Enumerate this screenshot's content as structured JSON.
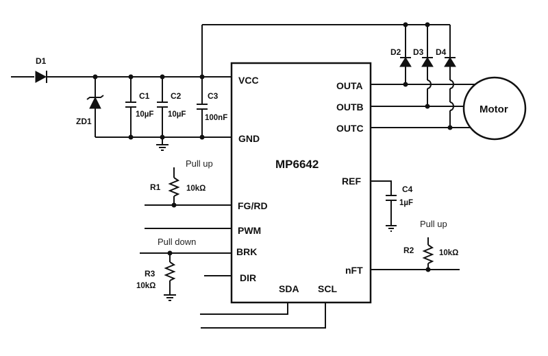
{
  "schematic": {
    "ic": {
      "name": "MP6642",
      "pins": {
        "vcc": "VCC",
        "gnd": "GND",
        "fg_rd": "FG/RD",
        "pwm": "PWM",
        "brk": "BRK",
        "dir": "DIR",
        "sda": "SDA",
        "scl": "SCL",
        "outa": "OUTA",
        "outb": "OUTB",
        "outc": "OUTC",
        "ref": "REF",
        "nft": "nFT"
      }
    },
    "components": {
      "d1": {
        "ref": "D1",
        "type": "diode"
      },
      "zd1": {
        "ref": "ZD1",
        "type": "zener-diode"
      },
      "c1": {
        "ref": "C1",
        "value": "10µF",
        "type": "capacitor"
      },
      "c2": {
        "ref": "C2",
        "value": "10µF",
        "type": "capacitor"
      },
      "c3": {
        "ref": "C3",
        "value": "100nF",
        "type": "capacitor"
      },
      "c4": {
        "ref": "C4",
        "value": "1µF",
        "type": "capacitor"
      },
      "d2": {
        "ref": "D2",
        "type": "diode"
      },
      "d3": {
        "ref": "D3",
        "type": "diode"
      },
      "d4": {
        "ref": "D4",
        "type": "diode"
      },
      "r1": {
        "ref": "R1",
        "value": "10kΩ",
        "note": "Pull up",
        "type": "resistor"
      },
      "r2": {
        "ref": "R2",
        "value": "10kΩ",
        "note": "Pull up",
        "type": "resistor"
      },
      "r3": {
        "ref": "R3",
        "value": "10kΩ",
        "note": "Pull down",
        "type": "resistor"
      },
      "motor": {
        "label": "Motor",
        "type": "motor"
      }
    }
  }
}
